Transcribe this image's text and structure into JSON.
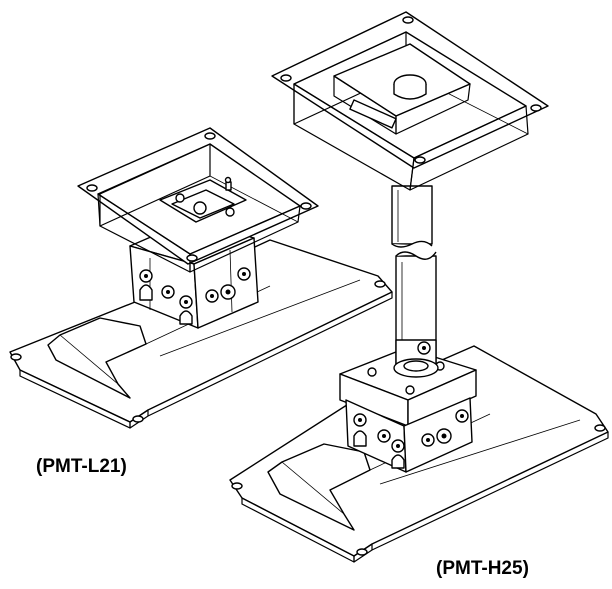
{
  "labels": {
    "left_model": "(PMT-L21)",
    "right_model": "(PMT-H25)"
  },
  "colors": {
    "line": "#000000",
    "background": "#ffffff"
  },
  "parts": {
    "left": [
      "mounting-plate",
      "adjuster-block",
      "base-plate"
    ],
    "right": [
      "mounting-plate",
      "extension-pipe",
      "adjuster-block",
      "base-plate"
    ]
  }
}
